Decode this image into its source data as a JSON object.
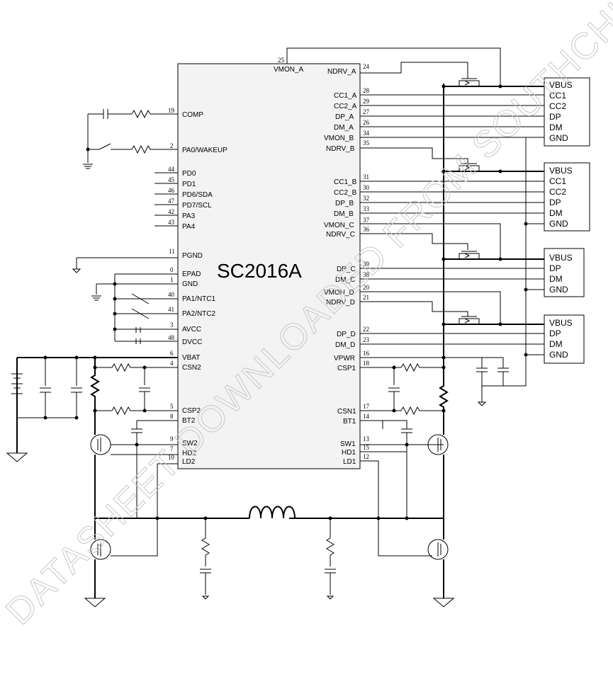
{
  "chip": {
    "name": "SC2016A"
  },
  "watermark": "DATASHEET DOWNLOADED FROM SOUTHCHIP CONFIDENTIAL",
  "left_pins": [
    {
      "num": "19",
      "label": "COMP"
    },
    {
      "num": "2",
      "label": "PA0/WAKEUP"
    },
    {
      "num": "44",
      "label": "PD0"
    },
    {
      "num": "45",
      "label": "PD1"
    },
    {
      "num": "46",
      "label": "PD6/SDA"
    },
    {
      "num": "47",
      "label": "PD7/SCL"
    },
    {
      "num": "42",
      "label": "PA3"
    },
    {
      "num": "43",
      "label": "PA4"
    },
    {
      "num": "11",
      "label": "PGND"
    },
    {
      "num": "0",
      "label": "EPAD"
    },
    {
      "num": "1",
      "label": "GND"
    },
    {
      "num": "40",
      "label": "PA1/NTC1"
    },
    {
      "num": "41",
      "label": "PA2/NTC2"
    },
    {
      "num": "3",
      "label": "AVCC"
    },
    {
      "num": "48",
      "label": "DVCC"
    },
    {
      "num": "6",
      "label": "VBAT"
    },
    {
      "num": "4",
      "label": "CSN2"
    },
    {
      "num": "5",
      "label": "CSP2"
    },
    {
      "num": "8",
      "label": "BT2"
    },
    {
      "num": "9",
      "label": "SW2"
    },
    {
      "num": "7",
      "label": "HD2"
    },
    {
      "num": "10",
      "label": "LD2"
    }
  ],
  "top_pin": {
    "num": "25",
    "label": "VMON_A"
  },
  "right_pins": [
    {
      "num": "24",
      "label": "NDRV_A"
    },
    {
      "num": "28",
      "label": "CC1_A"
    },
    {
      "num": "29",
      "label": "CC2_A"
    },
    {
      "num": "27",
      "label": "DP_A"
    },
    {
      "num": "26",
      "label": "DM_A"
    },
    {
      "num": "34",
      "label": "VMON_B"
    },
    {
      "num": "35",
      "label": "NDRV_B"
    },
    {
      "num": "31",
      "label": "CC1_B"
    },
    {
      "num": "30",
      "label": "CC2_B"
    },
    {
      "num": "32",
      "label": "DP_B"
    },
    {
      "num": "33",
      "label": "DM_B"
    },
    {
      "num": "37",
      "label": "VMON_C"
    },
    {
      "num": "36",
      "label": "NDRV_C"
    },
    {
      "num": "39",
      "label": "DP_C"
    },
    {
      "num": "38",
      "label": "DM_C"
    },
    {
      "num": "20",
      "label": "VMON_D"
    },
    {
      "num": "21",
      "label": "NDRV_D"
    },
    {
      "num": "22",
      "label": "DP_D"
    },
    {
      "num": "23",
      "label": "DM_D"
    },
    {
      "num": "16",
      "label": "VPWR"
    },
    {
      "num": "18",
      "label": "CSP1"
    },
    {
      "num": "17",
      "label": "CSN1"
    },
    {
      "num": "14",
      "label": "BT1"
    },
    {
      "num": "13",
      "label": "SW1"
    },
    {
      "num": "15",
      "label": "HD1"
    },
    {
      "num": "12",
      "label": "LD1"
    }
  ],
  "connectors": [
    {
      "lines": [
        "VBUS",
        "CC1",
        "CC2",
        "DP",
        "DM",
        "GND"
      ]
    },
    {
      "lines": [
        "VBUS",
        "CC1",
        "CC2",
        "DP",
        "DM",
        "GND"
      ]
    },
    {
      "lines": [
        "VBUS",
        "DP",
        "DM",
        "GND"
      ]
    },
    {
      "lines": [
        "VBUS",
        "DP",
        "DM",
        "GND"
      ]
    }
  ]
}
